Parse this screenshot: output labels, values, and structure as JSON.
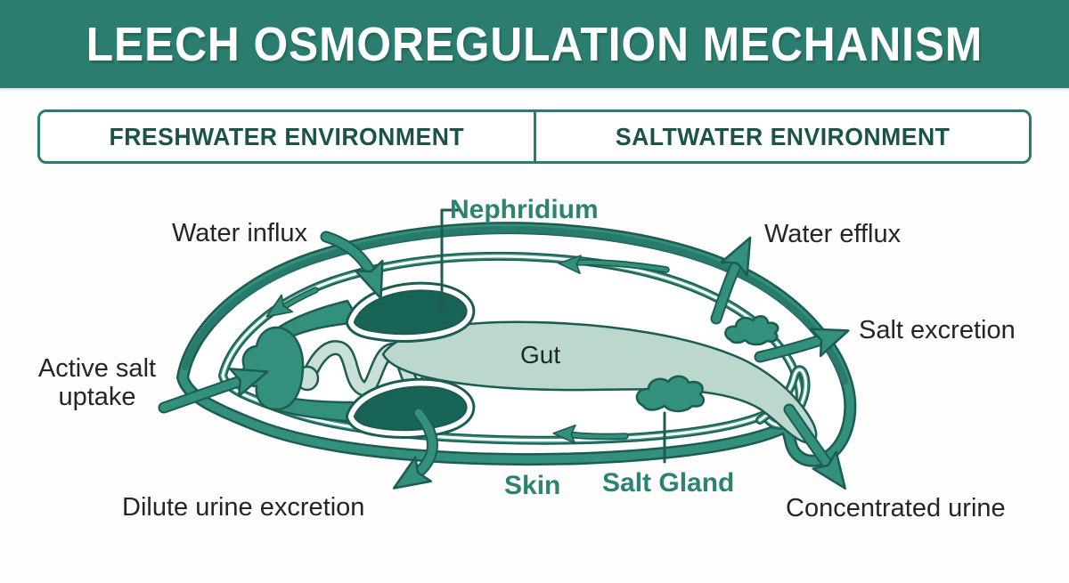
{
  "header": {
    "title": "LEECH OSMOREGULATION MECHANISM"
  },
  "environment_banner": {
    "left_label": "FRESHWATER ENVIRONMENT",
    "right_label": "SALTWATER ENVIRONMENT"
  },
  "diagram": {
    "labels": {
      "water_influx": "Water influx",
      "nephridium": "Nephridium",
      "water_efflux": "Water efflux",
      "salt_excretion": "Salt excretion",
      "active_salt_uptake": "Active salt uptake",
      "gut": "Gut",
      "skin": "Skin",
      "salt_gland": "Salt Gland",
      "dilute_urine_excretion": "Dilute urine excretion",
      "concentrated_urine": "Concentrated urine"
    }
  },
  "colors": {
    "header_bg": "#2B7E6F",
    "header_text": "#FFFFFF",
    "env_border": "#2A7D6E",
    "env_text": "#1C5348",
    "page_bg": "#FDFDFB",
    "outline_dark": "#1D5C52",
    "body_teal": "#33907D",
    "band_top_teal": "#27786A",
    "nephridium_fill": "#186456",
    "gut_fill": "#BCD8CD",
    "esophagus_fill": "#C9E0D6",
    "label_teal": "#2B8371",
    "label_dark": "#212725"
  }
}
